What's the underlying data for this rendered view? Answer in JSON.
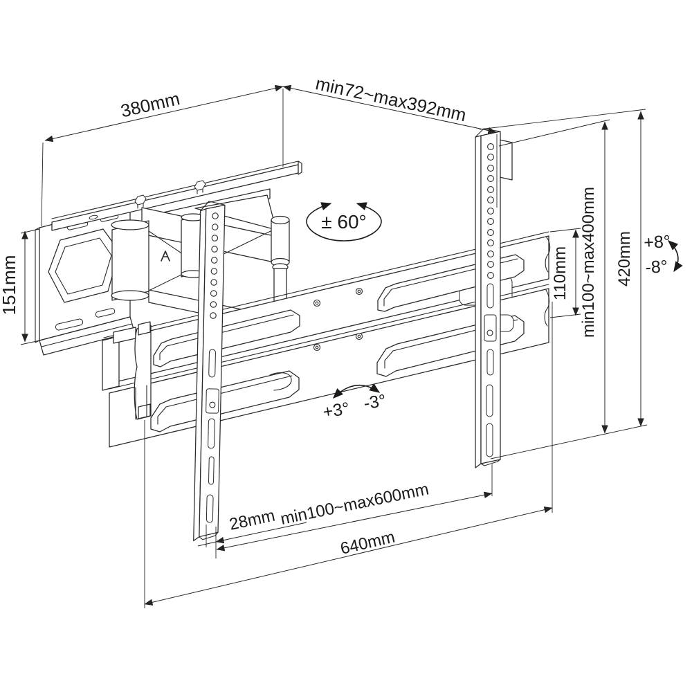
{
  "diagram": {
    "title": "Full-motion articulating TV wall-mount bracket - dimensioned line drawing",
    "colors": {
      "background": "#ffffff",
      "line": "#2b2826",
      "text": "#1d1b1a"
    },
    "labels": {
      "plate_width": "380mm",
      "arm_extension": "min72~max392mm",
      "plate_height": "151mm",
      "swivel": "± 60°",
      "rail_height": "110mm",
      "vesa_vertical": "min100~max400mm",
      "total_height": "420mm",
      "tilt_up": "+8°",
      "tilt_down": "-8°",
      "level_plus": "+3°",
      "level_minus": "-3°",
      "edge_offset": "28mm",
      "vesa_horizontal": "min100~max600mm",
      "total_width": "640mm"
    }
  }
}
